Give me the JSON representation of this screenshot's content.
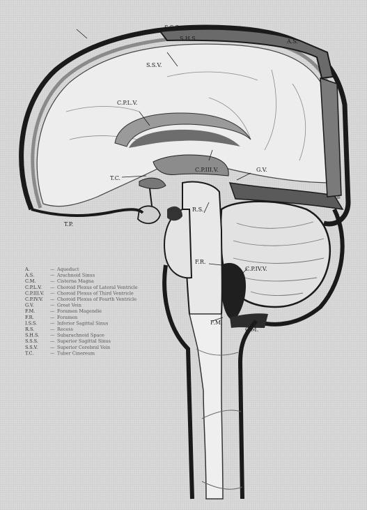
{
  "labels": {
    "sss": "S.S.S.",
    "shs": "S.H.S.",
    "ssv": "S.S.V.",
    "cpl": "C.P.L.V.",
    "tc": "T.C.",
    "hyp": "T.P.",
    "cpiii": "C.P.III.V.",
    "gv": "G.V.",
    "as": "A.S.",
    "mid": "R.S.",
    "fr": "F.R.",
    "m4": "F.M.",
    "cp4": "C.P.IV.V.",
    "cm": "C.M."
  },
  "legend": [
    {
      "code": "A.",
      "desc": "Aqueduct"
    },
    {
      "code": "A.S.",
      "desc": "Arachnoid Sinus"
    },
    {
      "code": "C.M.",
      "desc": "Cisterna Magna"
    },
    {
      "code": "C.P.L.V.",
      "desc": "Choroid Plexus of Lateral Ventricle"
    },
    {
      "code": "C.P.III.V.",
      "desc": "Choroid Plexus of Third Ventricle"
    },
    {
      "code": "C.P.IV.V.",
      "desc": "Choroid Plexus of Fourth Ventricle"
    },
    {
      "code": "G.V.",
      "desc": "Great Vein"
    },
    {
      "code": "F.M.",
      "desc": "Foramen Magendie"
    },
    {
      "code": "F.R.",
      "desc": "Foramen"
    },
    {
      "code": "I.S.S.",
      "desc": "Inferior Sagittal Sinus"
    },
    {
      "code": "R.S.",
      "desc": "Recess"
    },
    {
      "code": "S.H.S.",
      "desc": "Subarachnoid Space"
    },
    {
      "code": "S.S.S.",
      "desc": "Superior Sagittal Sinus"
    },
    {
      "code": "S.S.V.",
      "desc": "Superior Cerebral Vein"
    },
    {
      "code": "T.C.",
      "desc": "Tuber Cinereum"
    }
  ],
  "colors": {
    "background": "#dcdcdc",
    "ink": "#1a1a1a",
    "gray_fill": "#a9a9a9",
    "light_fill": "#ececec"
  }
}
